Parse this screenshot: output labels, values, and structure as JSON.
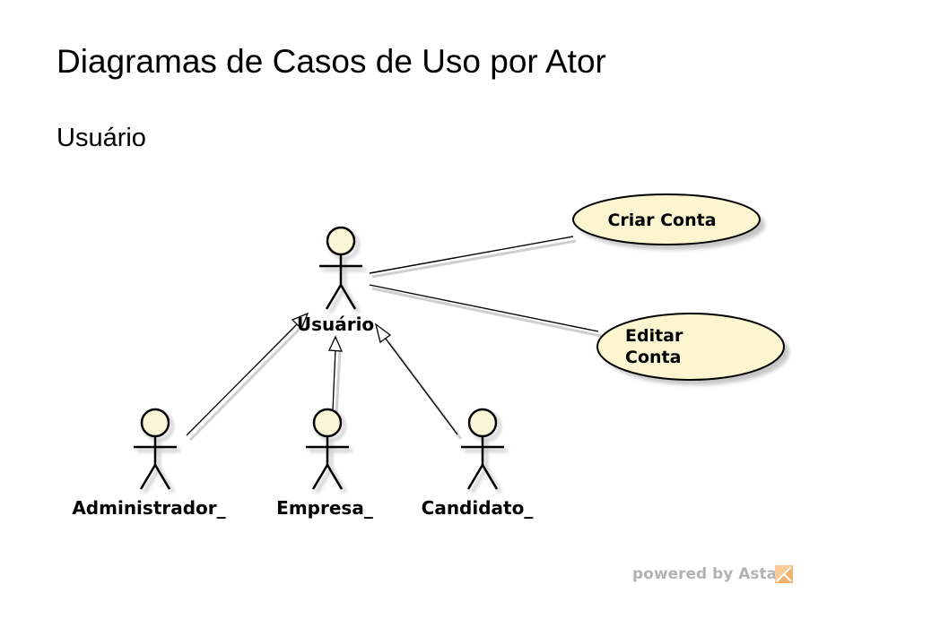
{
  "page": {
    "title": "Diagramas de Casos de Uso por Ator",
    "section": "Usuário"
  },
  "diagram": {
    "actors": {
      "usuario": "Usuário",
      "administrador": "Administrador_",
      "empresa": "Empresa_",
      "candidato": "Candidato_"
    },
    "use_cases": {
      "criar_conta": "Criar Conta",
      "editar_conta_line1": "Editar",
      "editar_conta_line2": "Conta"
    },
    "footer": "powered by Astah"
  },
  "colors": {
    "use_case_fill": "#fbf6d0",
    "actor_head_fill": "#faf6d5",
    "stroke": "#000000",
    "watermark": "#b3b3b3",
    "astah_logo": "#f3b36c"
  }
}
